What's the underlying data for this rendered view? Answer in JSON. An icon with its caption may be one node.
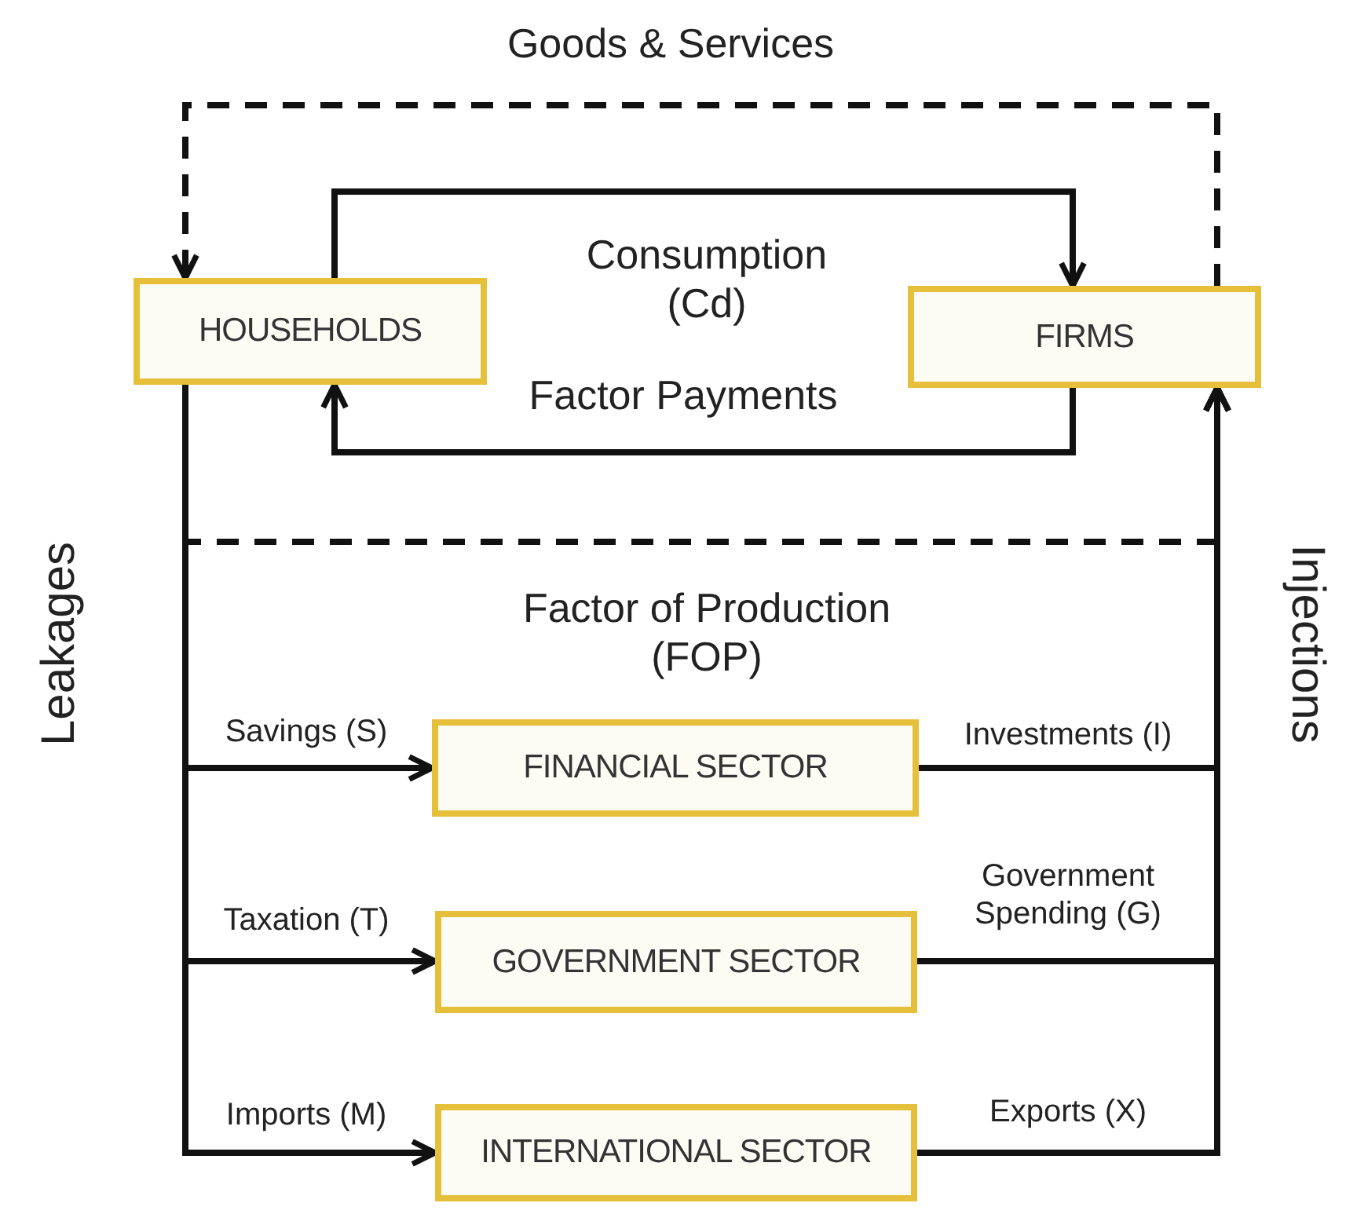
{
  "diagram": {
    "nodes": [
      {
        "text": [
          "HOUSEHOLDS"
        ]
      },
      {
        "text": [
          "FIRMS"
        ]
      },
      {
        "text": [
          "FINANCIAL SECTOR"
        ]
      },
      {
        "text": [
          "GOVERNMENT SECTOR"
        ]
      },
      {
        "text": [
          "INTERNATIONAL SECTOR"
        ]
      }
    ],
    "edges": [
      {
        "from": 0,
        "to": 1,
        "arrow": "to",
        "label": "Consumption (Cd)"
      },
      {
        "from": 1,
        "to": 0,
        "arrow": "to",
        "label": "Factor Payments"
      },
      {
        "from": 1,
        "to": 0,
        "arrow": "to",
        "label": "Goods & Services",
        "style": "dashed"
      },
      {
        "from": 0,
        "to": 1,
        "arrow": "to",
        "label": "Factor of Production (FOP)",
        "style": "dashed"
      },
      {
        "from": 0,
        "to": 2,
        "arrow": "to",
        "label": "Savings (S)"
      },
      {
        "from": 0,
        "to": 3,
        "arrow": "to",
        "label": "Taxation (T)"
      },
      {
        "from": 0,
        "to": 4,
        "arrow": "to",
        "label": "Imports (M)"
      },
      {
        "from": 2,
        "to": 1,
        "arrow": "to",
        "label": "Investments (I)"
      },
      {
        "from": 3,
        "to": 1,
        "arrow": "to",
        "label": "Government Spending (G)"
      },
      {
        "from": 4,
        "to": 1,
        "arrow": "to",
        "label": "Exports (X)"
      }
    ],
    "labels": [
      "Leakages",
      "Injections"
    ]
  }
}
